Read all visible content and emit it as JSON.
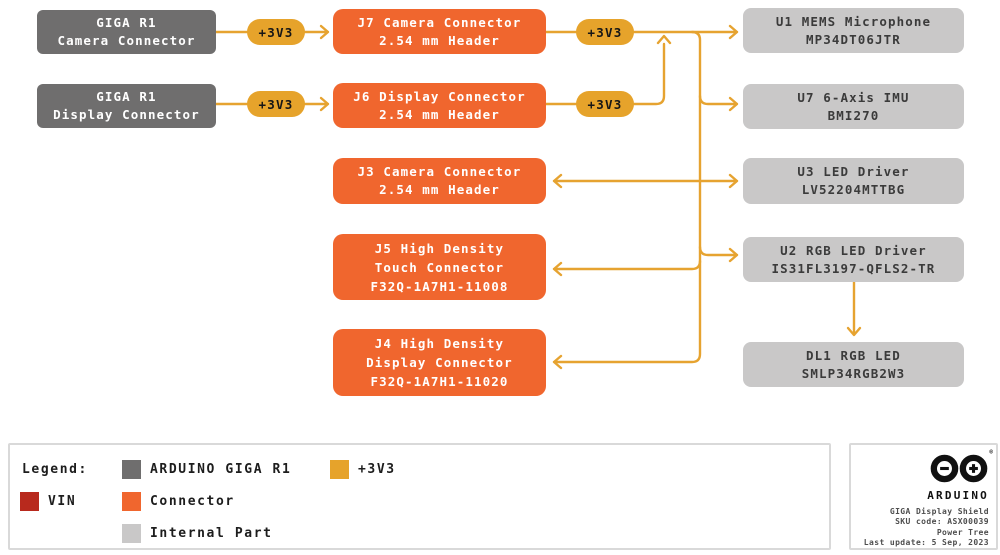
{
  "nodes": {
    "src_camera": [
      "GIGA R1",
      "Camera Connector"
    ],
    "src_display": [
      "GIGA R1",
      "Display Connector"
    ],
    "j7": [
      "J7 Camera Connector",
      "2.54 mm Header"
    ],
    "j6": [
      "J6 Display Connector",
      "2.54 mm Header"
    ],
    "j3": [
      "J3 Camera Connector",
      "2.54 mm Header"
    ],
    "j5": [
      "J5 High Density",
      "Touch Connector",
      "F32Q-1A7H1-11008"
    ],
    "j4": [
      "J4 High Density",
      "Display Connector",
      "F32Q-1A7H1-11020"
    ],
    "u1": [
      "U1 MEMS Microphone",
      "MP34DT06JTR"
    ],
    "u7": [
      "U7 6-Axis IMU",
      "BMI270"
    ],
    "u3": [
      "U3 LED Driver",
      "LV52204MTTBG"
    ],
    "u2": [
      "U2 RGB LED Driver",
      "IS31FL3197-QFLS2-TR"
    ],
    "dl1": [
      "DL1 RGB LED",
      "SMLP34RGB2W3"
    ]
  },
  "rail": {
    "label": "+3V3"
  },
  "legend": {
    "title": "Legend:",
    "items": {
      "giga": {
        "label": "ARDUINO GIGA R1",
        "color": "#6F6E6E"
      },
      "rail": {
        "label": "+3V3",
        "color": "#E6A32B"
      },
      "vin": {
        "label": "VIN",
        "color": "#B8291D"
      },
      "connector": {
        "label": "Connector",
        "color": "#F0662E"
      },
      "internal": {
        "label": "Internal Part",
        "color": "#C9C8C8"
      }
    }
  },
  "footer": {
    "brand": "ARDUINO",
    "reg": "®",
    "lines": [
      "GIGA Display Shield",
      "SKU code: ASX00039",
      "Power Tree",
      "Last update: 5 Sep, 2023"
    ]
  },
  "colors": {
    "wire": "#E6A330",
    "giga_gray": "#6F6E6E",
    "connector_orange": "#F0662E",
    "internal_gray": "#C9C8C8",
    "vin_red": "#B8291D",
    "rail_gold": "#E6A32B"
  }
}
